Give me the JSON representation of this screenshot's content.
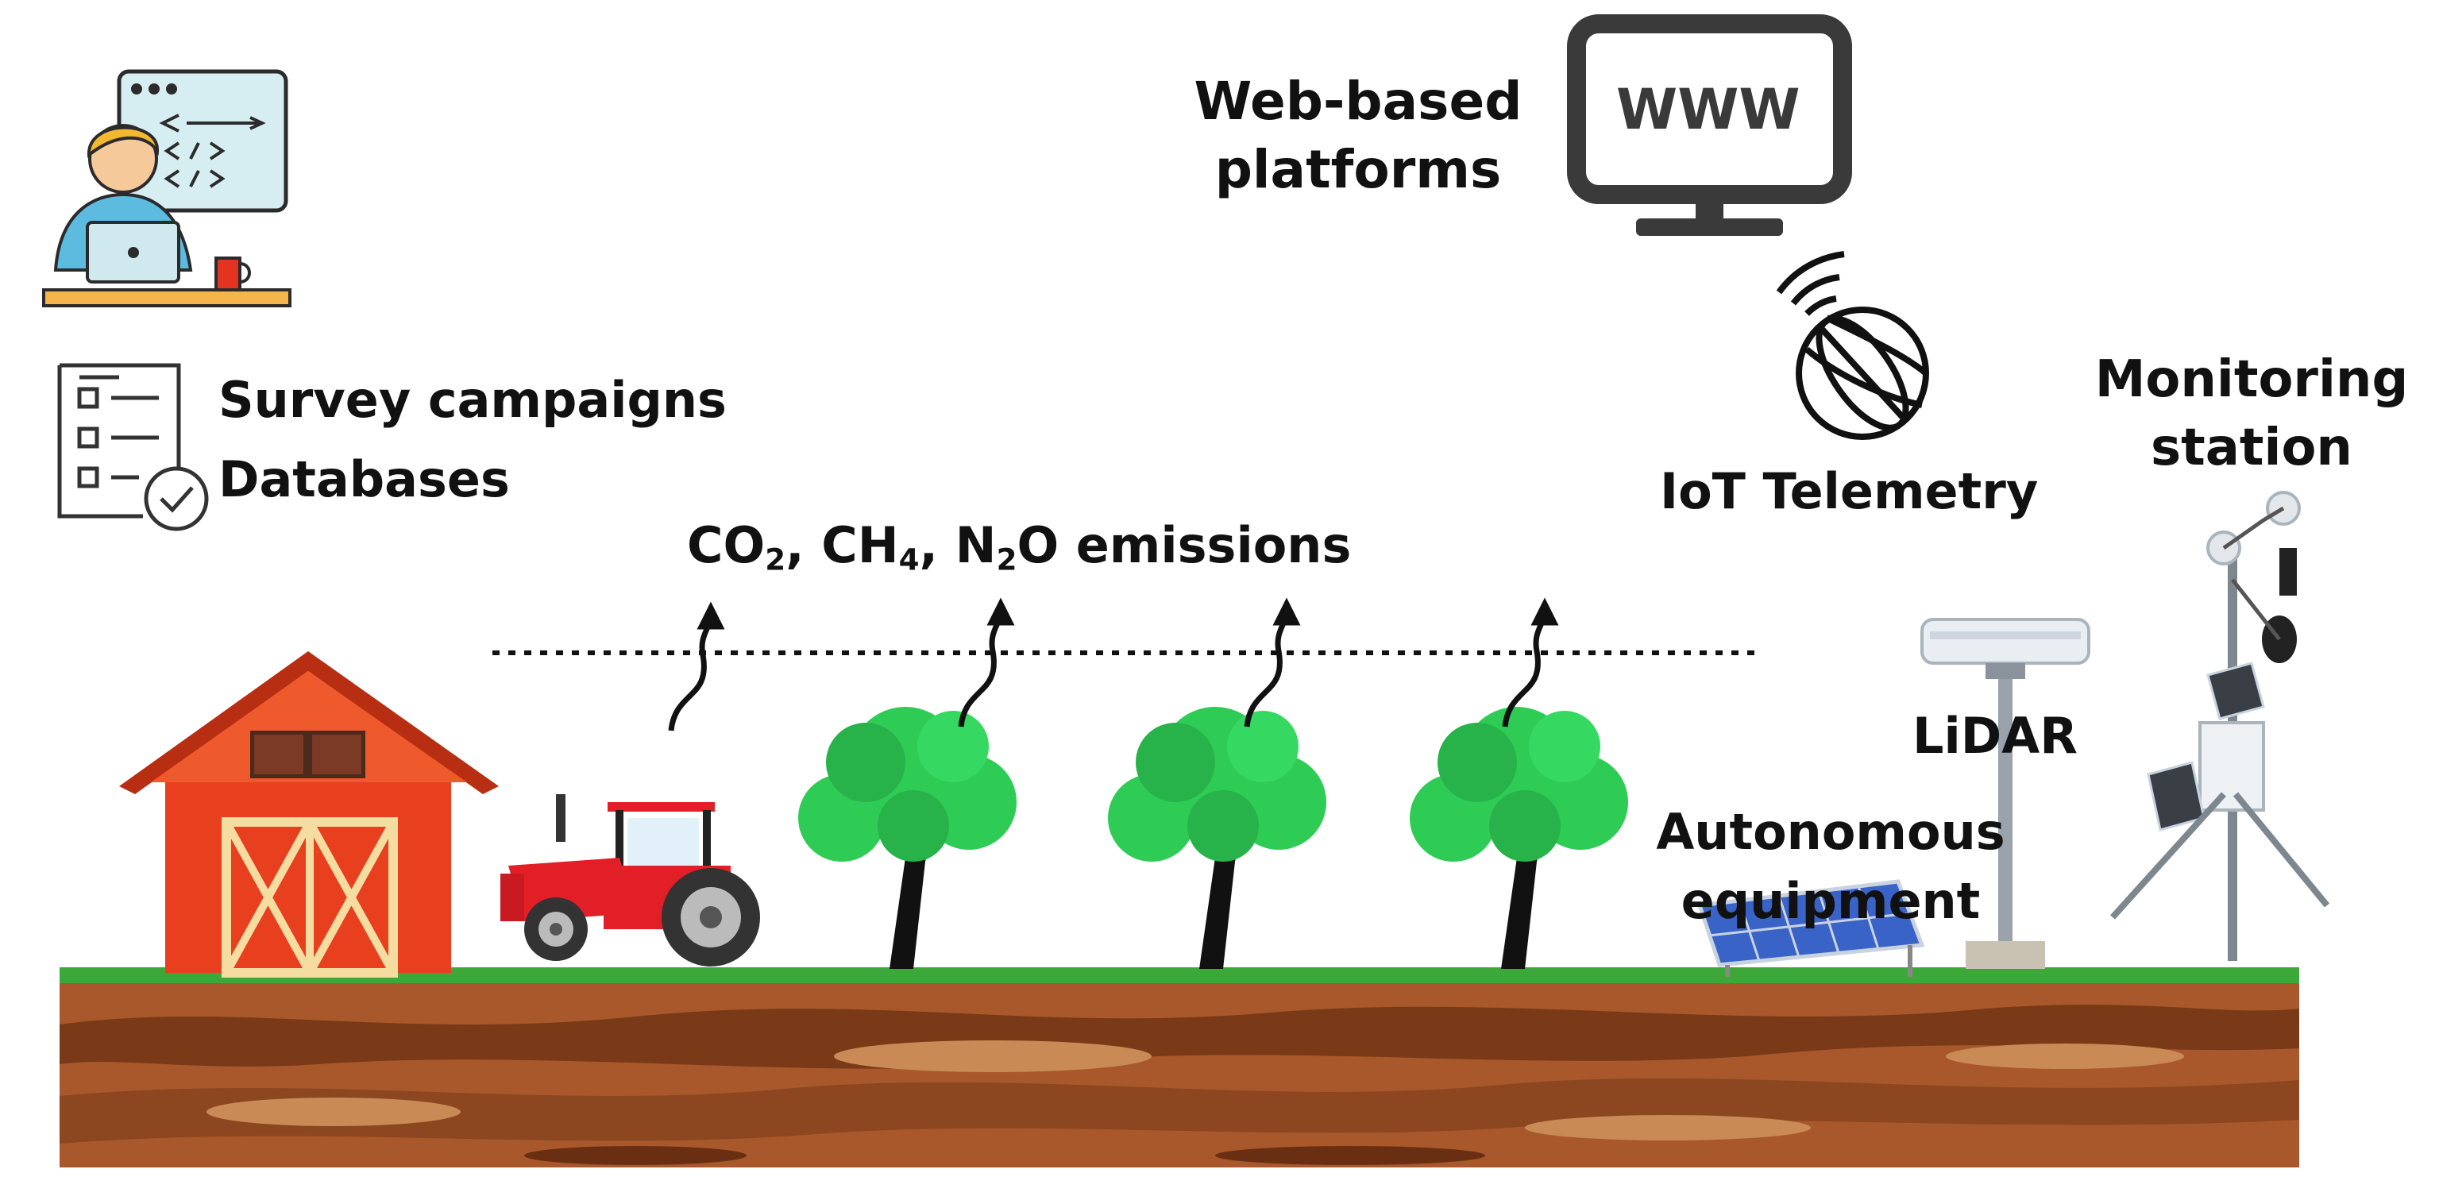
{
  "labels": {
    "web_line1": "Web-based",
    "web_line2": "platforms",
    "monitor_text": "WWW",
    "survey": "Survey campaigns",
    "databases": "Databases",
    "iot": "IoT Telemetry",
    "monitoring_line1": "Monitoring",
    "monitoring_line2": "station",
    "lidar": "LiDAR",
    "autonomous_line1": "Autonomous",
    "autonomous_line2": "equipment"
  },
  "emissions": {
    "co2": "CO",
    "co2_sub": "2",
    "sep1": ", ",
    "ch4": "CH",
    "ch4_sub": "4",
    "sep2": ", ",
    "n2o_n": "N",
    "n2o_sub": "2",
    "n2o_rest": "O emissions"
  },
  "colors": {
    "soil": "#a0522d",
    "grass": "#3da83a",
    "barn": "#e8401f",
    "tractor": "#e21f26",
    "tree_leaves": "#2ecc55",
    "ink": "#111111"
  },
  "icons": [
    "developer-icon",
    "checklist-icon",
    "www-monitor-icon",
    "globe-signal-icon"
  ]
}
